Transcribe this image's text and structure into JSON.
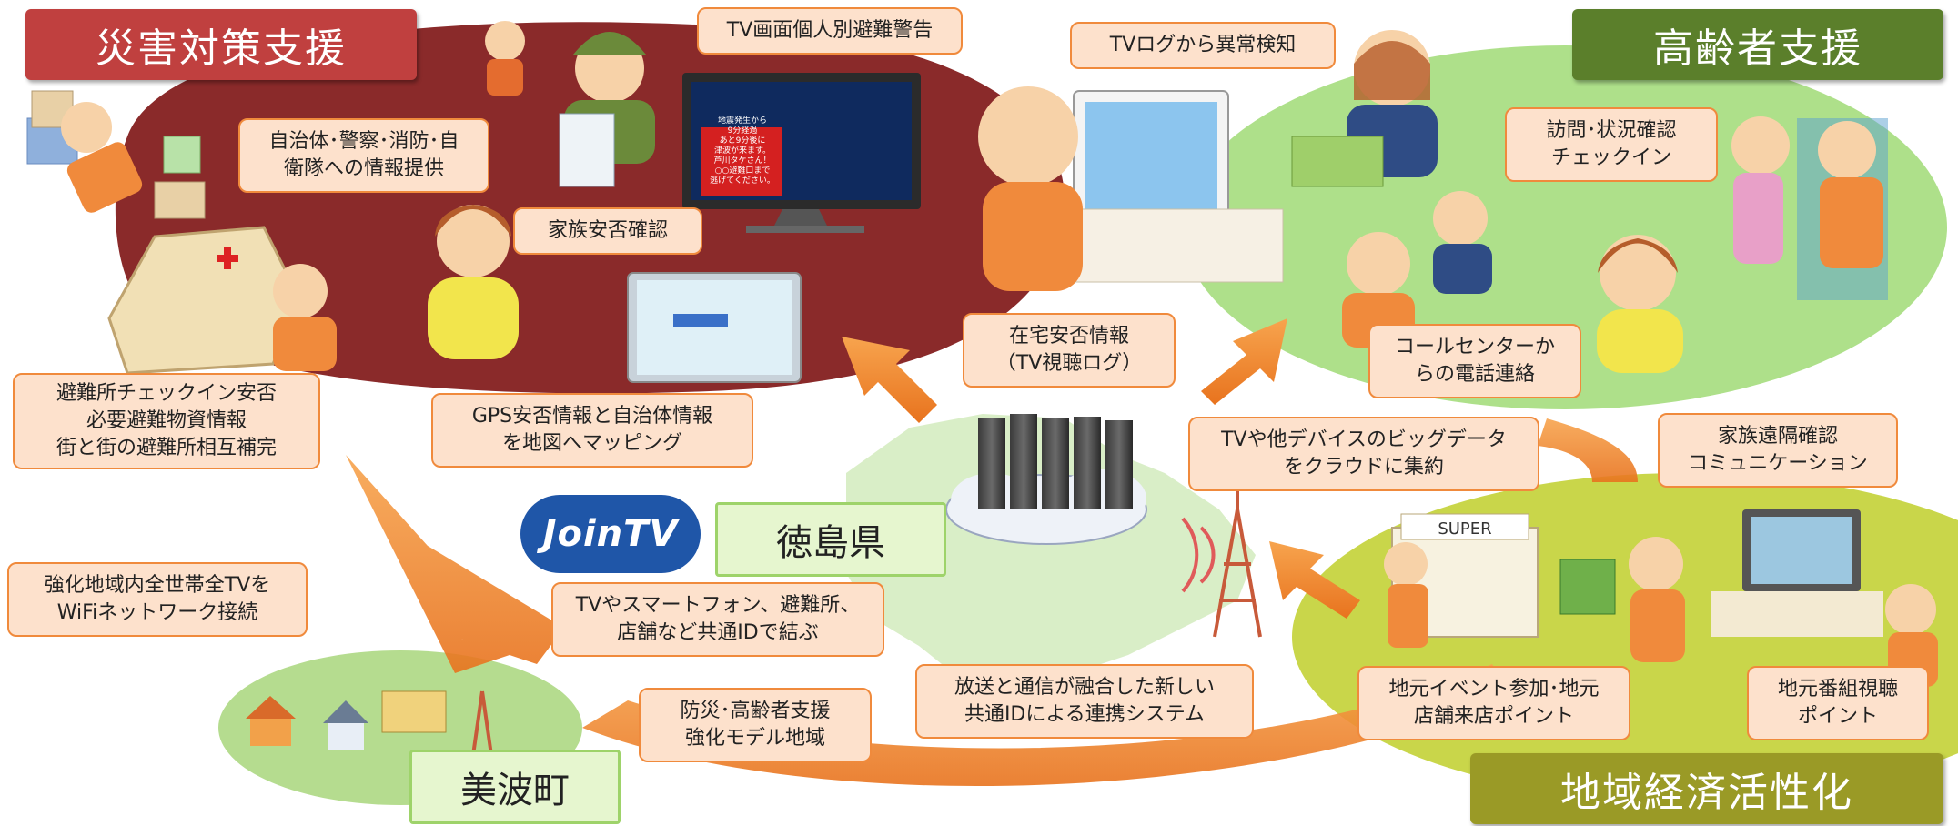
{
  "sections": {
    "disaster": "災害対策支援",
    "elderly": "高齢者支援",
    "economy": "地域経済活性化"
  },
  "places": {
    "prefecture": "徳島県",
    "town": "美波町"
  },
  "logo": {
    "text": "JoinTV"
  },
  "callouts": {
    "tv_warning": [
      "TV画面個人別避難警告"
    ],
    "info_provision": [
      "自治体･警察･消防･自",
      "衛隊への情報提供"
    ],
    "family_check": [
      "家族安否確認"
    ],
    "shelter": [
      "避難所チェックイン安否",
      "必要避難物資情報",
      "街と街の避難所相互補完"
    ],
    "gps": [
      "GPS安否情報と自治体情報",
      "を地図へマッピング"
    ],
    "tv_log": [
      "TVログから異常検知"
    ],
    "visit": [
      "訪問･状況確認",
      "チェックイン"
    ],
    "home_safety": [
      "在宅安否情報",
      "（TV視聴ログ）"
    ],
    "call_center": [
      "コールセンターか",
      "らの電話連絡"
    ],
    "remote_family": [
      "家族遠隔確認",
      "コミュニケーション"
    ],
    "bigdata": [
      "TVや他デバイスのビッグデータ",
      "をクラウドに集約"
    ],
    "wifi": [
      "強化地域内全世帯全TVを",
      "WiFiネットワーク接続"
    ],
    "common_id": [
      "TVやスマートフォン、避難所、",
      "店舗など共通IDで結ぶ"
    ],
    "model_area": [
      "防災･高齢者支援",
      "強化モデル地域"
    ],
    "fusion": [
      "放送と通信が融合した新しい",
      "共通IDによる連携システム"
    ],
    "event_points": [
      "地元イベント参加･地元",
      "店舗来店ポイント"
    ],
    "program_points": [
      "地元番組視聴",
      "ポイント"
    ]
  },
  "illustration_text": {
    "tv_screen": [
      "地震発生から",
      "9分経過",
      "あと9分後に",
      "津波が来ます。",
      "芦川タケさん！",
      "○○避難口まで",
      "逃げてください。"
    ],
    "shop_sign": "SUPER"
  },
  "colors": {
    "disaster_region": "#8a2a2a",
    "disaster_banner": "#c0403f",
    "elderly_region": "#aee08a",
    "elderly_banner": "#5b7f2b",
    "economy_region": "#c9d64a",
    "economy_banner": "#9a9a26",
    "town_region": "#b5dc8f",
    "arrow": "#f08a3c",
    "callout_fill": "#fde1cc",
    "callout_border": "#f08a3c",
    "place_fill": "#e6f6cf",
    "logo_blue": "#1f56a8"
  }
}
